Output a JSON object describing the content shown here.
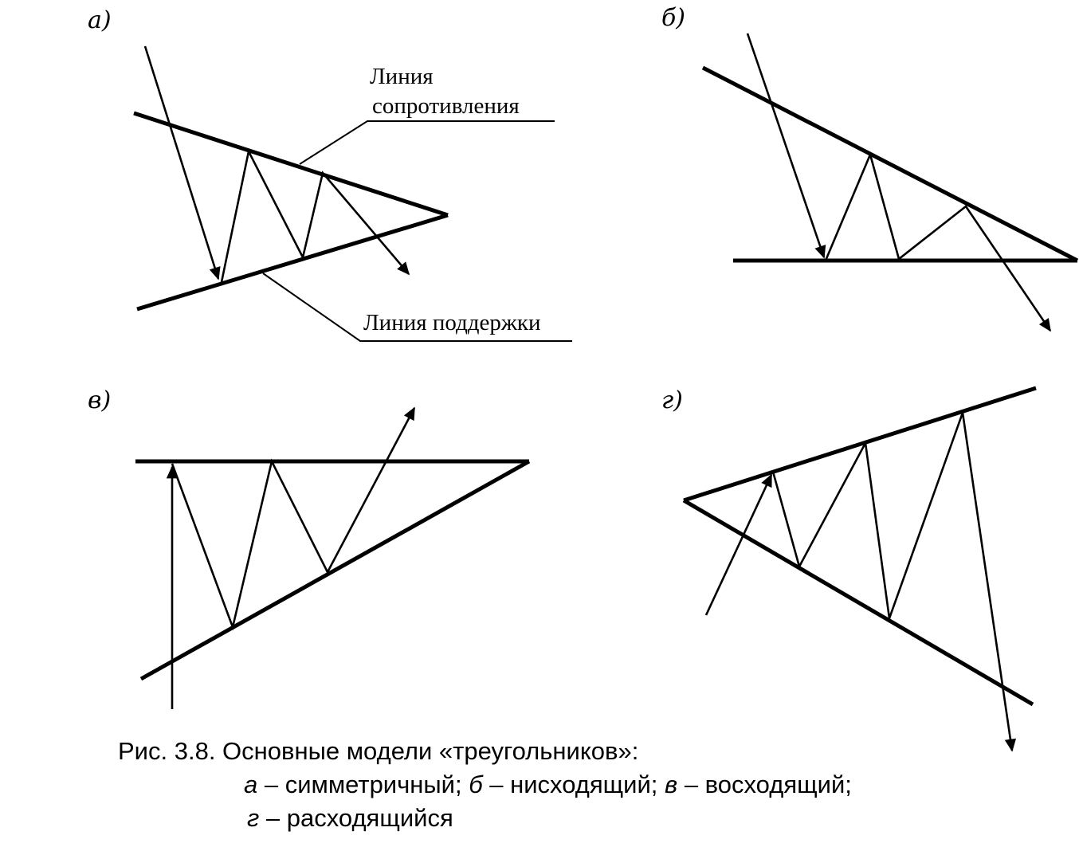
{
  "panels": {
    "a": {
      "label": "а)"
    },
    "b": {
      "label": "б)"
    },
    "v": {
      "label": "в)"
    },
    "g": {
      "label": "г)"
    }
  },
  "callouts": {
    "resistance_line1": "Линия",
    "resistance_line2": "сопротивления",
    "support": "Линия поддержки"
  },
  "caption": {
    "title": "Рис. 3.8. Основные модели «треугольников»:",
    "a_letter": "а",
    "a_text": " – симметричный; ",
    "b_letter": "б",
    "b_text": " – нисходящий; ",
    "v_letter": "в",
    "v_text": " – восходящий;",
    "g_letter": "г",
    "g_text": " – расходящийся"
  }
}
